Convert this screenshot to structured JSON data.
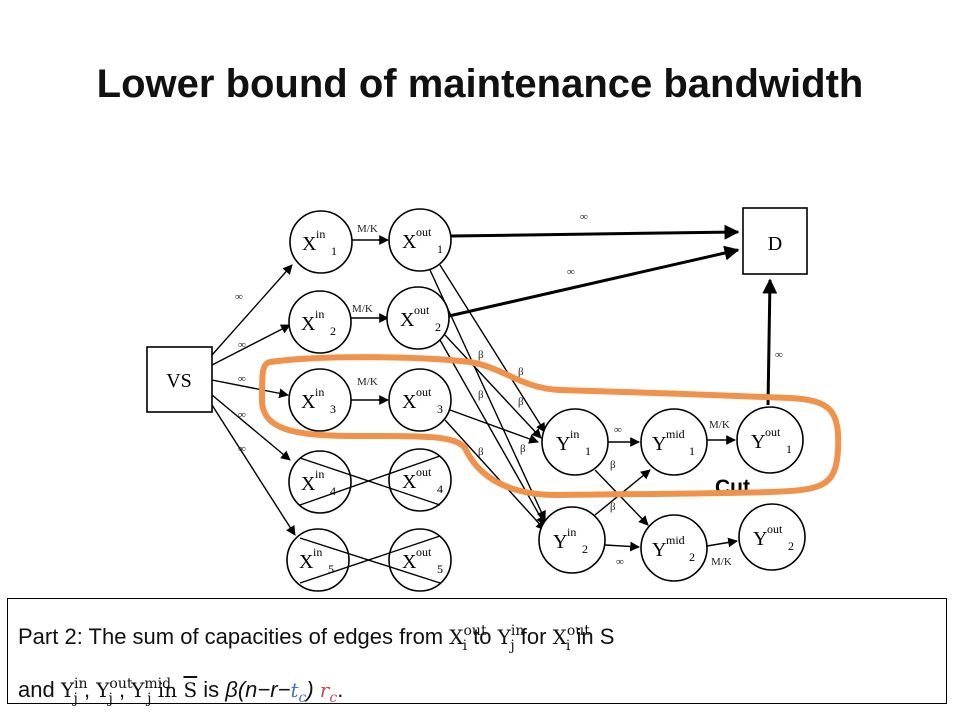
{
  "title": "Lower bound of maintenance bandwidth",
  "diagram": {
    "source": {
      "label": "VS"
    },
    "sink": {
      "label": "D"
    },
    "x_nodes": [
      {
        "base": "X",
        "sup_in": "in",
        "sup_out": "out",
        "index": "1",
        "edge_cap": "M/K",
        "failed": false
      },
      {
        "base": "X",
        "sup_in": "in",
        "sup_out": "out",
        "index": "2",
        "edge_cap": "M/K",
        "failed": false
      },
      {
        "base": "X",
        "sup_in": "in",
        "sup_out": "out",
        "index": "3",
        "edge_cap": "M/K",
        "failed": false
      },
      {
        "base": "X",
        "sup_in": "in",
        "sup_out": "out",
        "index": "4",
        "edge_cap": "",
        "failed": true
      },
      {
        "base": "X",
        "sup_in": "in",
        "sup_out": "out",
        "index": "5",
        "edge_cap": "",
        "failed": true
      }
    ],
    "y_nodes": [
      {
        "base": "Y",
        "sup_in": "in",
        "sup_mid": "mid",
        "sup_out": "out",
        "index": "1",
        "cap_in_mid": "∞",
        "cap_mid_out": "M/K"
      },
      {
        "base": "Y",
        "sup_in": "in",
        "sup_mid": "mid",
        "sup_out": "out",
        "index": "2",
        "cap_in_mid": "∞",
        "cap_mid_out": "M/K"
      }
    ],
    "infinity_symbol": "∞",
    "beta_symbol": "β",
    "cut_label": "Cut",
    "colors": {
      "cut_outline": "#F0924A",
      "node_stroke": "#000000"
    }
  },
  "caption": {
    "line1": {
      "prefix": "Part 2: The sum of capacities of edges from ",
      "xi_base": "X",
      "xi_sup": "out",
      "xi_sub": "i",
      "mid1": " to ",
      "yj_base": "Y",
      "yj_sup": "in",
      "yj_sub": "j",
      "mid2": " for ",
      "xi2_base": "X",
      "xi2_sup": "out",
      "xi2_sub": "i",
      "suffix": " in S"
    },
    "line2": {
      "prefix": "and ",
      "y1_base": "Y",
      "y1_sup": "in",
      "y1_sub": "j",
      "sep1": " , ",
      "y2_base": "Y",
      "y2_sup": "out",
      "y2_sub": "j",
      "sep2": " , ",
      "y3_base": "Y",
      "y3_sup": "mid",
      "y3_sub": "j",
      "in_text": " in ",
      "set_s": "S",
      "is_text": " is ",
      "formula_start": "β(n−r−",
      "tc": "t",
      "tc_sub": "c",
      "close": ") ",
      "rc": "r",
      "rc_sub": "c",
      "end": "."
    },
    "colors": {
      "tc": "#4472C4",
      "rc": "#C0504D"
    }
  }
}
